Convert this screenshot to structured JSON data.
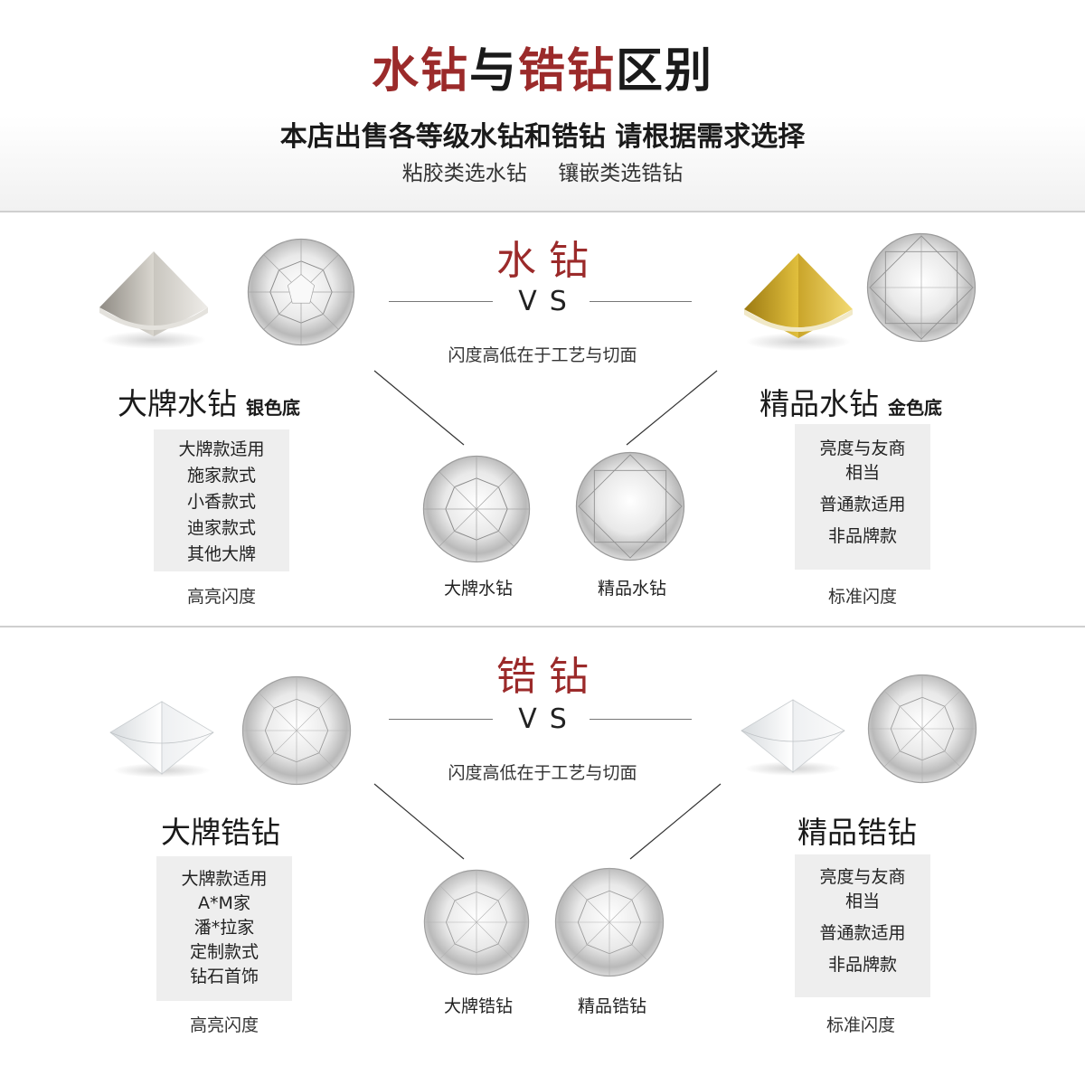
{
  "header": {
    "title_part1": "水钻",
    "title_part2": "与",
    "title_part3": "锆钻",
    "title_part4": "区别",
    "subtitle": "本店出售各等级水钻和锆钻 请根据需求选择",
    "subtitle2": "粘胶类选水钻  镶嵌类选锆钻"
  },
  "colors": {
    "accent": "#9b2a2a",
    "gold": "#c9a227",
    "silver": "#b8b5ae"
  },
  "section1": {
    "title": "水钻",
    "vs": "VS",
    "note": "闪度高低在于工艺与切面",
    "left": {
      "name": "大牌水钻",
      "sub": "银色底",
      "items": [
        "大牌款适用",
        "施家款式",
        "小香款式",
        "迪家款式",
        "其他大牌"
      ],
      "foot": "高亮闪度"
    },
    "right": {
      "name": "精品水钻",
      "sub": "金色底",
      "items": [
        "亮度与友商",
        "相当",
        "普通款适用",
        "非品牌款"
      ],
      "foot": "标准闪度"
    },
    "center_captions": [
      "大牌水钻",
      "精品水钻"
    ]
  },
  "section2": {
    "title": "锆钻",
    "vs": "VS",
    "note": "闪度高低在于工艺与切面",
    "left": {
      "name": "大牌锆钻",
      "items": [
        "大牌款适用",
        "A*M家",
        "潘*拉家",
        "定制款式",
        "钻石首饰"
      ],
      "foot": "高亮闪度"
    },
    "right": {
      "name": "精品锆钻",
      "items": [
        "亮度与友商",
        "相当",
        "普通款适用",
        "非品牌款"
      ],
      "foot": "标准闪度"
    },
    "center_captions": [
      "大牌锆钻",
      "精品锆钻"
    ]
  }
}
